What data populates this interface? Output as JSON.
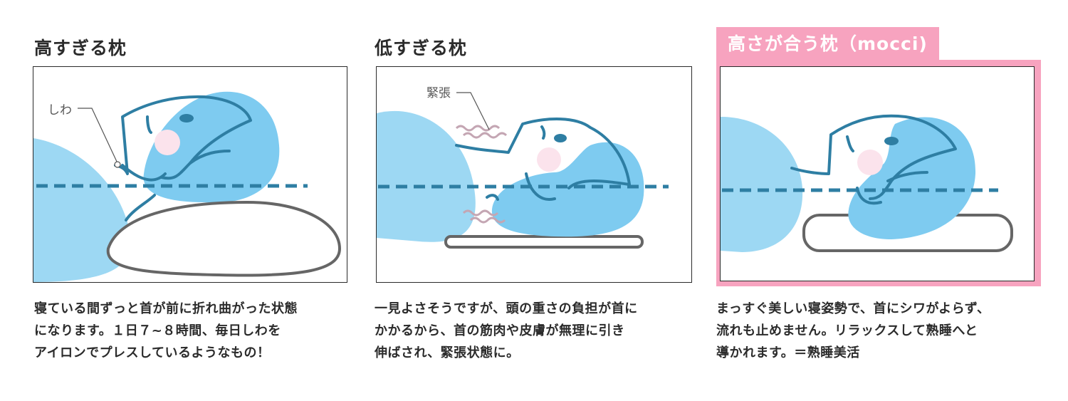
{
  "colors": {
    "accent_pink": "#f7a3bf",
    "pillow_blue": "#7ecbf0",
    "body_blue": "#9dd8f3",
    "line_blue": "#2e7ea3",
    "outline_gray": "#666666",
    "cheek_pink": "#fbe3ec",
    "wave_mauve": "#c4a6b3"
  },
  "panels": [
    {
      "title": "高すぎる枕",
      "annotation": "しわ",
      "description": [
        "寝ている間ずっと首が前に折れ曲がった状態",
        "になります。１日７~８時間、毎日しわを",
        "アイロンでプレスしているようなもの！"
      ]
    },
    {
      "title": "低すぎる枕",
      "annotation": "緊張",
      "description": [
        "一見よさそうですが、頭の重さの負担が首に",
        "かかるから、首の筋肉や皮膚が無理に引き",
        "伸ばされ、緊張状態に。"
      ]
    },
    {
      "title": "高さが合う枕（mocci)",
      "description": [
        "まっすぐ美しい寝姿勢で、首にシワがよらず、",
        "流れも止めません。リラックスして熟睡へと",
        "導かれます。＝熟睡美活"
      ]
    }
  ]
}
